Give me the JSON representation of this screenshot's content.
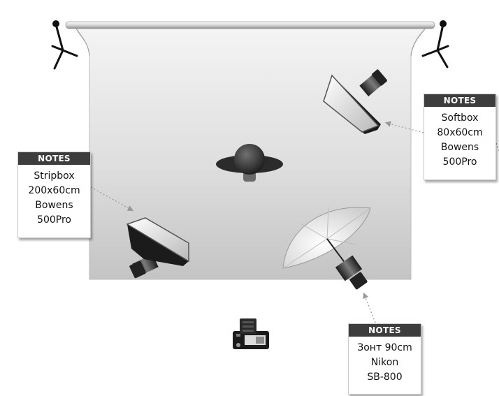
{
  "notes": [
    {
      "id": "softbox",
      "header": "NOTES",
      "lines": [
        "Softbox",
        "80x60cm",
        "Bowens",
        "500Pro"
      ]
    },
    {
      "id": "stripbox",
      "header": "NOTES",
      "lines": [
        "Stripbox",
        "200x60cm",
        "Bowens",
        "500Pro"
      ]
    },
    {
      "id": "umbrella",
      "header": "NOTES",
      "lines": [
        "Зонт 90cm",
        "Nikon",
        "SB-800"
      ]
    }
  ],
  "icons": [
    "backdrop-icon",
    "light-stand-icon",
    "softbox-icon",
    "stripbox-icon",
    "umbrella-icon",
    "model-icon",
    "camera-icon"
  ],
  "colors": {
    "note_header": "#3d3d3d",
    "backdrop_top": "#f4f4f4",
    "backdrop_bottom": "#c4c4c4",
    "leader": "#999999"
  }
}
